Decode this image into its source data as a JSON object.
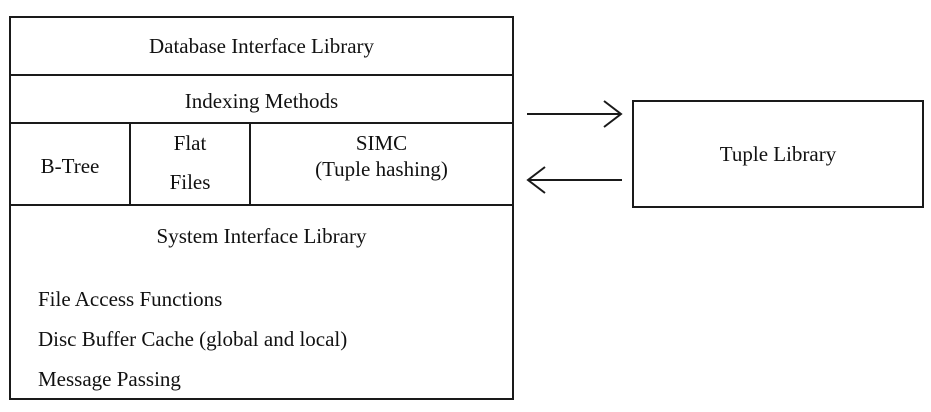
{
  "layers": {
    "database_interface": "Database Interface Library",
    "indexing_methods": "Indexing Methods",
    "btree": "B-Tree",
    "flat_files_line1": "Flat",
    "flat_files_line2": "Files",
    "simc_line1": "SIMC",
    "simc_line2": "(Tuple hashing)",
    "system_interface": "System Interface Library",
    "system_items": [
      "File Access Functions",
      "Disc Buffer Cache (global and local)",
      "Message Passing"
    ]
  },
  "tuple_library": "Tuple Library"
}
